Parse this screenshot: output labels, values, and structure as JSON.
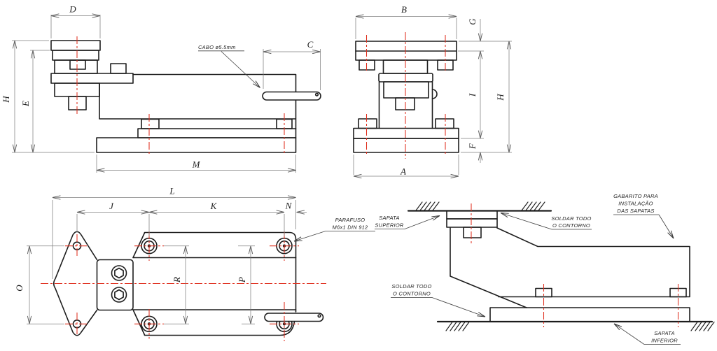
{
  "dims": {
    "side": {
      "D": "D",
      "H": "H",
      "E": "E",
      "C": "C",
      "M": "M"
    },
    "front": {
      "B": "B",
      "G": "G",
      "I": "I",
      "H": "H",
      "F": "F",
      "A": "A"
    },
    "top": {
      "L": "L",
      "J": "J",
      "K": "K",
      "N": "N",
      "O": "O",
      "R": "R",
      "P": "P"
    }
  },
  "annotations": {
    "cable": "CABO ø5.5mm",
    "screw": [
      "PARAFUSO",
      "M6x1 DIN 912"
    ],
    "upper_shoe": [
      "SAPATA",
      "SUPERIOR"
    ],
    "weld_top": [
      "SOLDAR TODO",
      "O CONTORNO"
    ],
    "weld_bottom": [
      "SOLDAR TODO",
      "O CONTORNO"
    ],
    "template": [
      "GABARITO PARA",
      "INSTALAÇÃO",
      "DAS SAPATAS"
    ],
    "lower_shoe": [
      "SAPATA",
      "INFERIOR"
    ]
  },
  "colors": {
    "outline": "#1d1d1d",
    "thin": "#7f7f7f",
    "centerline": "#e0301f",
    "background": "#ffffff"
  }
}
